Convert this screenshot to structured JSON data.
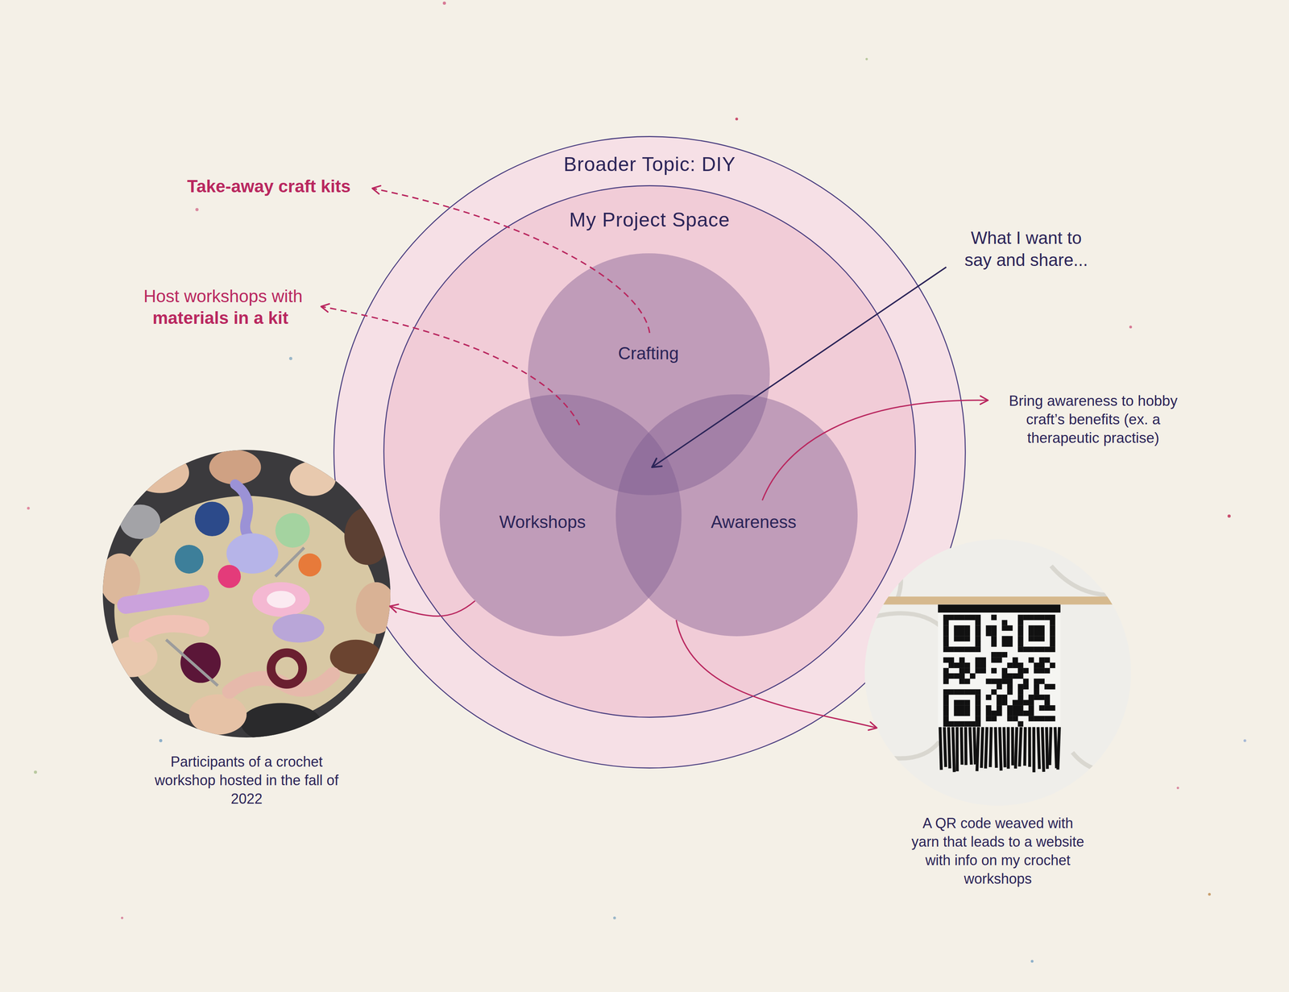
{
  "diagram": {
    "nodes": [
      {
        "text": [
          "Broader Topic: DIY"
        ]
      },
      {
        "text": [
          "My Project Space"
        ],
        "in": 0
      },
      {
        "text": [
          "Crafting"
        ],
        "in": 1
      },
      {
        "text": [
          "Workshops"
        ],
        "in": 1
      },
      {
        "text": [
          "Awareness"
        ],
        "in": 1
      },
      {
        "text": [
          "Participants of a crochet workshop hosted in the fall of 2022"
        ]
      },
      {
        "text": [
          "A QR code weaved with yarn that leads to a website with info on my crochet workshops"
        ]
      }
    ],
    "edges": [
      {
        "from": 3,
        "to": 5,
        "arrow": "to"
      },
      {
        "from": 4,
        "to": 6,
        "arrow": "to"
      }
    ],
    "labels": [
      "Take-away craft kits",
      "Host workshops with",
      "materials in a kit",
      "What I want to say and share...",
      "Bring awareness to hobby craft’s benefits (ex. a therapeutic practise)"
    ]
  }
}
